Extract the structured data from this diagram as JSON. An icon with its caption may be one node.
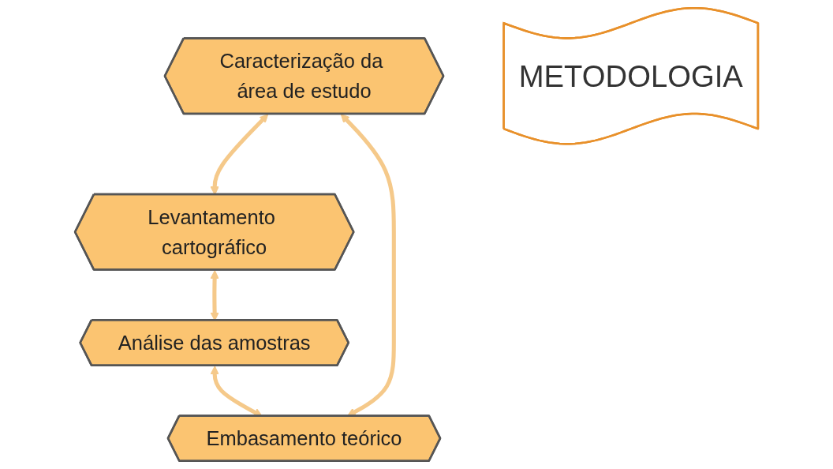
{
  "diagram": {
    "nodes": [
      {
        "text": [
          "Caracterização da área de estudo"
        ]
      },
      {
        "text": [
          "Embasamento teórico"
        ]
      },
      {
        "text": [
          "METODOLOGIA"
        ]
      },
      {
        "text": [
          "Levantamento cartográfico"
        ]
      },
      {
        "text": [
          "Análise das amostras"
        ]
      }
    ],
    "edges": [
      {
        "from": 1,
        "to": 0,
        "arrow": "both"
      },
      {
        "from": 0,
        "to": 3,
        "arrow": "both"
      },
      {
        "from": 3,
        "to": 4,
        "arrow": "both"
      },
      {
        "from": 4,
        "to": 1,
        "arrow": "both"
      }
    ]
  }
}
